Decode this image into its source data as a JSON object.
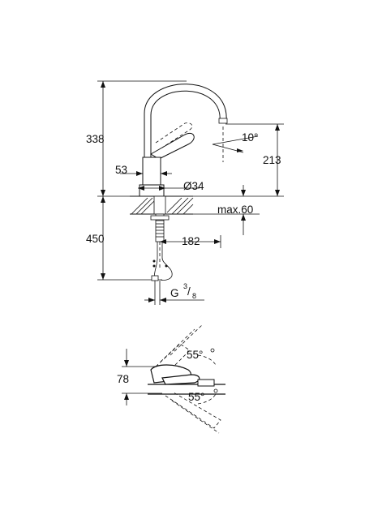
{
  "dimensions": {
    "total_height": "338",
    "spout_height": "213",
    "spout_angle": "10°",
    "lever_offset": "53",
    "body_diameter": "Ø34",
    "max_counter_thickness": "max.60",
    "hose_length": "450",
    "spout_reach": "182",
    "connection_thread": "G",
    "thread_num": "3",
    "thread_den": "8",
    "lever_height": "78",
    "lever_angle_up": "55°",
    "lever_angle_down": "55°"
  }
}
